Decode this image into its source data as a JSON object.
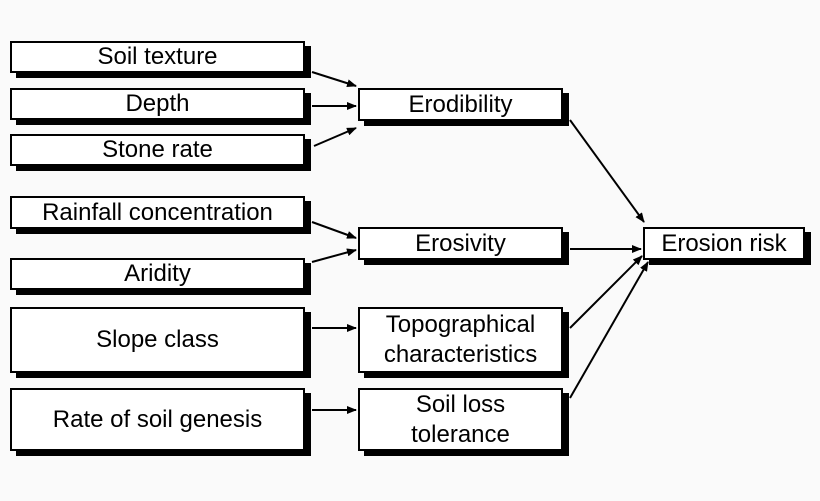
{
  "nodes": {
    "soil_texture": {
      "label": "Soil texture"
    },
    "depth": {
      "label": "Depth"
    },
    "stone_rate": {
      "label": "Stone rate"
    },
    "rainfall_concentration": {
      "label": "Rainfall concentration"
    },
    "aridity": {
      "label": "Aridity"
    },
    "slope_class": {
      "label": "Slope class"
    },
    "rate_of_soil_genesis": {
      "label": "Rate of soil genesis"
    },
    "erodibility": {
      "label": "Erodibility"
    },
    "erosivity": {
      "label": "Erosivity"
    },
    "topographical": {
      "line1": "Topographical",
      "line2": "characteristics"
    },
    "soil_loss_tolerance": {
      "line1": "Soil loss",
      "line2": "tolerance"
    },
    "erosion_risk": {
      "label": "Erosion risk"
    }
  },
  "edges": [
    {
      "from": "soil_texture",
      "to": "erodibility"
    },
    {
      "from": "depth",
      "to": "erodibility"
    },
    {
      "from": "stone_rate",
      "to": "erodibility"
    },
    {
      "from": "rainfall_concentration",
      "to": "erosivity"
    },
    {
      "from": "aridity",
      "to": "erosivity"
    },
    {
      "from": "slope_class",
      "to": "topographical"
    },
    {
      "from": "rate_of_soil_genesis",
      "to": "soil_loss_tolerance"
    },
    {
      "from": "erodibility",
      "to": "erosion_risk"
    },
    {
      "from": "erosivity",
      "to": "erosion_risk"
    },
    {
      "from": "topographical",
      "to": "erosion_risk"
    },
    {
      "from": "soil_loss_tolerance",
      "to": "erosion_risk"
    }
  ],
  "colors": {
    "background": "#fafafa",
    "box_fill": "#ffffff",
    "stroke": "#000000"
  }
}
